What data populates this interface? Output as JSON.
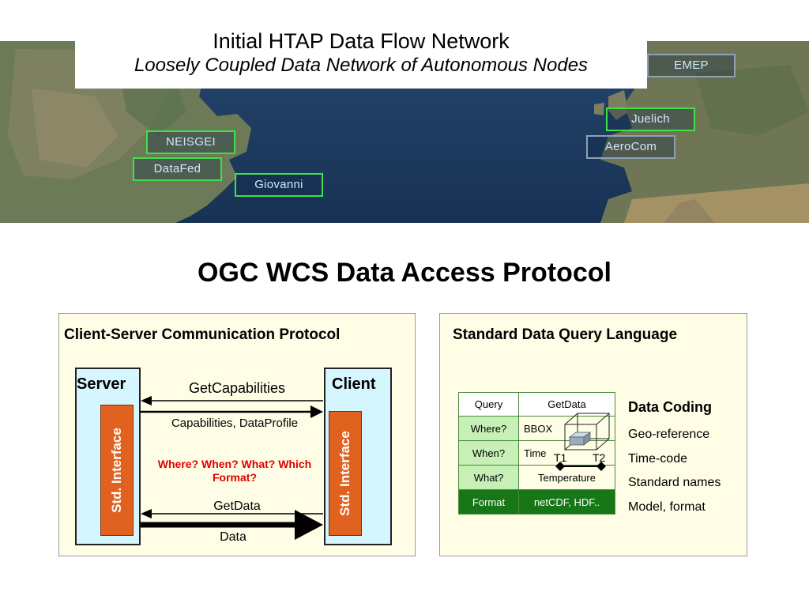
{
  "title": {
    "line1": "Initial HTAP Data Flow Network",
    "line2": "Loosely Coupled Data Network of Autonomous Nodes"
  },
  "map_nodes": {
    "emep": "EMEP",
    "juelich": "Juelich",
    "aerocom": "AeroCom",
    "neisgei": "NEISGEI",
    "datafed": "DataFed",
    "giovanni": "Giovanni"
  },
  "heading": "OGC WCS Data Access Protocol",
  "left_panel": {
    "title": "Client-Server Communication Protocol",
    "server": "Server",
    "client": "Client",
    "std_interface": "Std. Interface",
    "get_capabilities": "GetCapabilities",
    "capabilities": "Capabilities, DataProfile",
    "question": "Where? When? What? Which Format?",
    "get_data": "GetData",
    "data": "Data"
  },
  "right_panel": {
    "title": "Standard Data Query Language",
    "table": {
      "head": [
        "Query",
        "GetData"
      ],
      "rows": [
        {
          "key": "Where?",
          "value": "BBOX"
        },
        {
          "key": "When?",
          "value": "Time"
        },
        {
          "key": "What?",
          "value": "Temperature"
        },
        {
          "key": "Format",
          "value": "netCDF, HDF.."
        }
      ]
    },
    "t1": "T1",
    "t2": "T2",
    "coding_title": "Data Coding",
    "coding_items": [
      "Geo-reference",
      "Time-code",
      "Standard names",
      "Model, format"
    ]
  }
}
